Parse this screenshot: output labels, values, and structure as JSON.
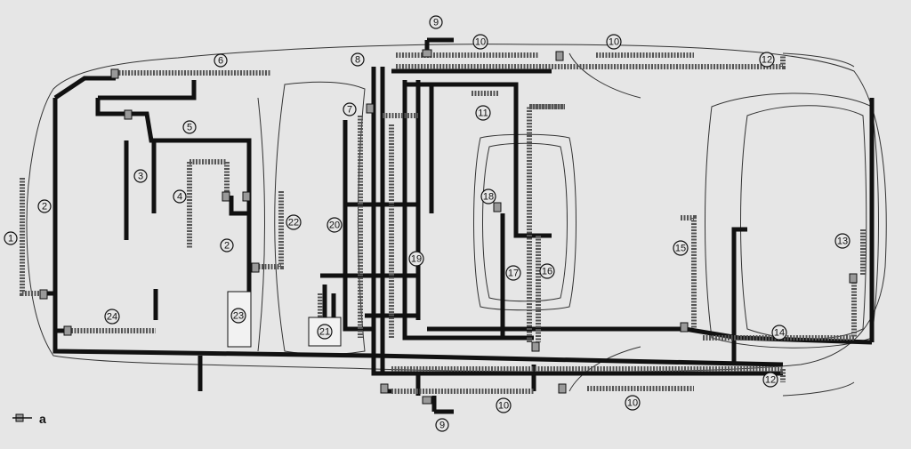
{
  "diagram": {
    "labels": [
      {
        "id": "1",
        "text": "1"
      },
      {
        "id": "2a",
        "text": "2"
      },
      {
        "id": "2b",
        "text": "2"
      },
      {
        "id": "3",
        "text": "3"
      },
      {
        "id": "4",
        "text": "4"
      },
      {
        "id": "5",
        "text": "5"
      },
      {
        "id": "6",
        "text": "6"
      },
      {
        "id": "7",
        "text": "7"
      },
      {
        "id": "8",
        "text": "8"
      },
      {
        "id": "9a",
        "text": "9"
      },
      {
        "id": "9b",
        "text": "9"
      },
      {
        "id": "10a",
        "text": "10"
      },
      {
        "id": "10b",
        "text": "10"
      },
      {
        "id": "10c",
        "text": "10"
      },
      {
        "id": "10d",
        "text": "10"
      },
      {
        "id": "11",
        "text": "11"
      },
      {
        "id": "12a",
        "text": "12"
      },
      {
        "id": "12b",
        "text": "12"
      },
      {
        "id": "13",
        "text": "13"
      },
      {
        "id": "14",
        "text": "14"
      },
      {
        "id": "15",
        "text": "15"
      },
      {
        "id": "16",
        "text": "16"
      },
      {
        "id": "17",
        "text": "17"
      },
      {
        "id": "18",
        "text": "18"
      },
      {
        "id": "19",
        "text": "19"
      },
      {
        "id": "20",
        "text": "20"
      },
      {
        "id": "21",
        "text": "21"
      },
      {
        "id": "22",
        "text": "22"
      },
      {
        "id": "23",
        "text": "23"
      },
      {
        "id": "24",
        "text": "24"
      }
    ],
    "legend": {
      "text": "a"
    }
  }
}
